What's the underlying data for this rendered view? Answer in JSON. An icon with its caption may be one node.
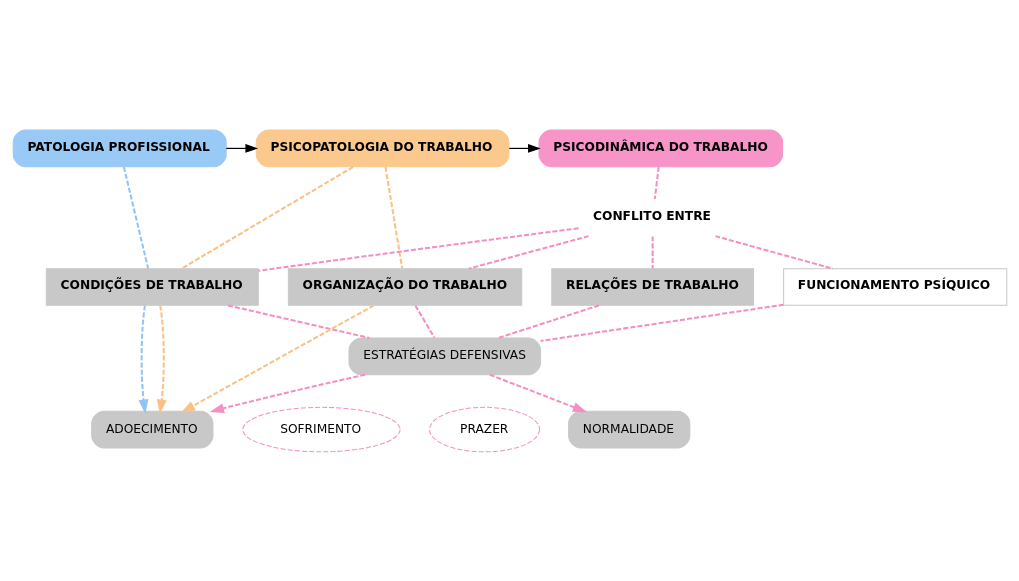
{
  "diagram": {
    "nodes": [
      {
        "text": [
          "PATOLOGIA PROFISSIONAL"
        ]
      },
      {
        "text": [
          "PSICOPATOLOGIA DO TRABALHO"
        ]
      },
      {
        "text": [
          "PSICODINÂMICA DO TRABALHO"
        ]
      },
      {
        "text": [
          "CONFLITO ENTRE"
        ]
      },
      {
        "text": [
          "CONDIÇÕES DE TRABALHO"
        ]
      },
      {
        "text": [
          "ORGANIZAÇÃO DO TRABALHO"
        ]
      },
      {
        "text": [
          "RELAÇÕES DE TRABALHO"
        ]
      },
      {
        "text": [
          "FUNCIONAMENTO PSÍQUICO"
        ]
      },
      {
        "text": [
          "ESTRATÉGIAS DEFENSIVAS"
        ]
      },
      {
        "text": [
          "SOFRIMENTO"
        ]
      },
      {
        "text": [
          "PRAZER"
        ]
      },
      {
        "text": [
          "ADOECIMENTO"
        ]
      },
      {
        "text": [
          "NORMALIDADE"
        ]
      }
    ],
    "edges": [
      {
        "from": 0,
        "to": 1,
        "arrow": "to",
        "color": "#000000"
      },
      {
        "from": 1,
        "to": 2,
        "arrow": "to",
        "color": "#000000"
      },
      {
        "from": 0,
        "to": 4,
        "arrow": "none",
        "style": "dashed",
        "color": "#8ec5f5"
      },
      {
        "from": 4,
        "to": 11,
        "arrow": "to",
        "style": "dashed",
        "color": "#8ec5f5"
      },
      {
        "from": 1,
        "to": 4,
        "arrow": "none",
        "style": "dashed",
        "color": "#f9c184"
      },
      {
        "from": 4,
        "to": 11,
        "arrow": "to",
        "style": "dashed",
        "color": "#f9c184"
      },
      {
        "from": 1,
        "to": 5,
        "arrow": "none",
        "style": "dashed",
        "color": "#f9c184"
      },
      {
        "from": 5,
        "to": 11,
        "arrow": "to",
        "style": "dashed",
        "color": "#f9c184"
      },
      {
        "from": 2,
        "to": 3,
        "arrow": "none",
        "style": "dashed"
      },
      {
        "from": 3,
        "to": 4,
        "arrow": "none",
        "style": "dashed"
      },
      {
        "from": 3,
        "to": 5,
        "arrow": "none",
        "style": "dashed"
      },
      {
        "from": 3,
        "to": 6,
        "arrow": "none",
        "style": "dashed"
      },
      {
        "from": 3,
        "to": 7,
        "arrow": "none",
        "style": "dashed"
      },
      {
        "from": 4,
        "to": 8,
        "arrow": "none",
        "style": "dashed"
      },
      {
        "from": 5,
        "to": 8,
        "arrow": "none",
        "style": "dashed"
      },
      {
        "from": 6,
        "to": 8,
        "arrow": "none",
        "style": "dashed"
      },
      {
        "from": 7,
        "to": 8,
        "arrow": "none",
        "style": "dashed"
      },
      {
        "from": 8,
        "to": 11,
        "arrow": "to",
        "style": "dashed"
      },
      {
        "from": 8,
        "to": 12,
        "arrow": "to",
        "style": "dashed"
      }
    ]
  }
}
